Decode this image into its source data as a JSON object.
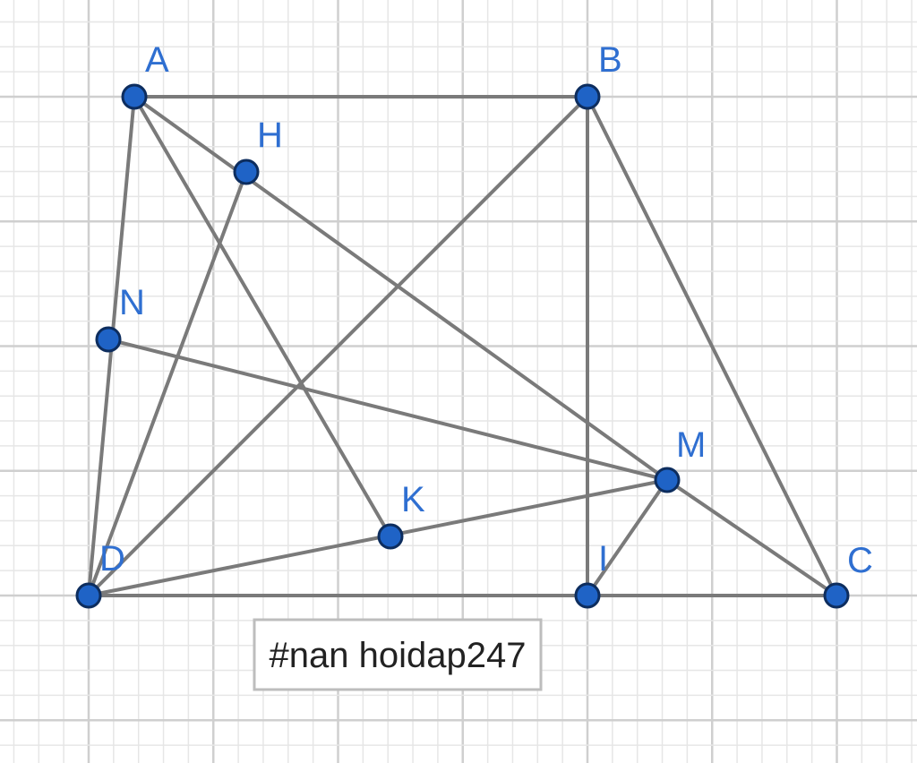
{
  "colors": {
    "background": "#ffffff",
    "grid_minor": "#e6e6e6",
    "grid_major": "#cfcfcf",
    "segment": "#7a7a7a",
    "point_fill": "#1f63c6",
    "point_stroke": "#0d2d5e",
    "label": "#2f6fd1",
    "watermark_border": "#bdbdbd"
  },
  "points": [
    {
      "name": "A",
      "label": "A"
    },
    {
      "name": "B",
      "label": "B"
    },
    {
      "name": "H",
      "label": "H"
    },
    {
      "name": "N",
      "label": "N"
    },
    {
      "name": "M",
      "label": "M"
    },
    {
      "name": "K",
      "label": "K"
    },
    {
      "name": "D",
      "label": "D"
    },
    {
      "name": "I",
      "label": "I"
    },
    {
      "name": "C",
      "label": "C"
    }
  ],
  "segments": [
    [
      "A",
      "B"
    ],
    [
      "B",
      "C"
    ],
    [
      "C",
      "D"
    ],
    [
      "D",
      "A"
    ],
    [
      "B",
      "I"
    ],
    [
      "B",
      "D"
    ],
    [
      "A",
      "K"
    ],
    [
      "A",
      "M"
    ],
    [
      "H",
      "D"
    ],
    [
      "N",
      "M"
    ],
    [
      "D",
      "M"
    ],
    [
      "M",
      "I"
    ],
    [
      "M",
      "C"
    ]
  ],
  "watermark": {
    "text": "#nan hoidap247"
  }
}
